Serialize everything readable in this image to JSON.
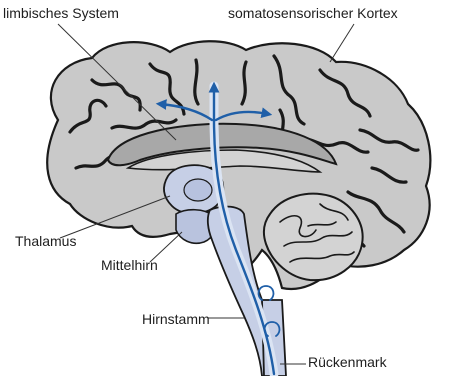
{
  "labels": {
    "limbic_system": "limbisches System",
    "somatosensory_cortex": "somatosensorischer Kortex",
    "thalamus": "Thalamus",
    "midbrain": "Mittelhirn",
    "brainstem": "Hirnstamm",
    "spinal_cord": "Rückenmark"
  },
  "colors": {
    "cortex_fill": "#c9c9c9",
    "outline": "#1a1a1a",
    "inner_gray": "#b3b3b3",
    "pathway_blue": "#1f5fa8",
    "pathway_light": "#dbe4f3",
    "brainstem_fill": "#c6cfe6"
  }
}
